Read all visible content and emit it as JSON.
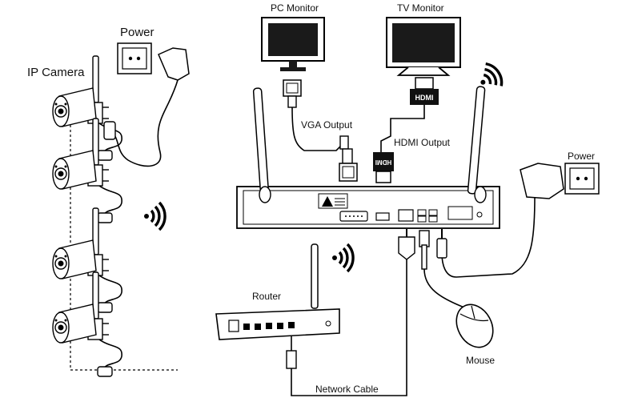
{
  "labels": {
    "ip_camera": "IP Camera",
    "power_left": "Power",
    "pc_monitor": "PC Monitor",
    "tv_monitor": "TV Monitor",
    "vga_output": "VGA Output",
    "hdmi_output": "HDMI Output",
    "power_right": "Power",
    "router": "Router",
    "network_cable": "Network Cable",
    "mouse": "Mouse"
  },
  "hdmi_plug_text": "HDMI",
  "hdmi_plug_text_mirrored": "HDMI",
  "icons": [
    "wifi-signal-icon",
    "power-outlet-icon",
    "power-adapter-icon",
    "camera-icon",
    "monitor-icon",
    "tv-icon",
    "nvr-icon",
    "router-icon",
    "mouse-icon",
    "antenna-icon"
  ],
  "colors": {
    "stroke": "#000000",
    "screen": "#1a1a1a",
    "background": "#ffffff"
  }
}
